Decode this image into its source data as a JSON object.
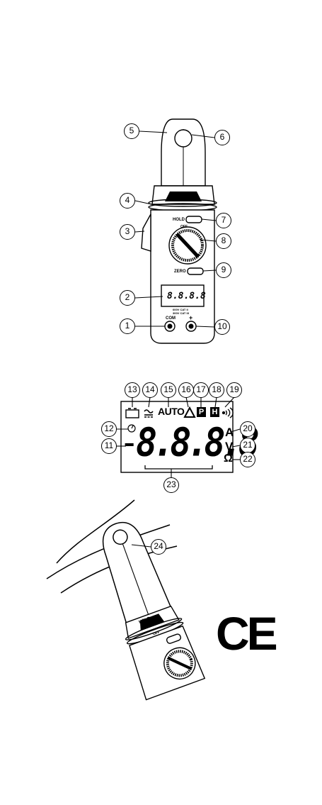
{
  "meter": {
    "hold_label": "HOLD",
    "off_label": "OFF",
    "zero_label": "ZERO",
    "com_label": "COM",
    "plus_label": "+",
    "cat_line1": "600V CAT II",
    "cat_line2": "300V CAT III",
    "display_digits": "8.8.8.8",
    "callouts": [
      "1",
      "2",
      "3",
      "4",
      "5",
      "6",
      "7",
      "8",
      "9",
      "10"
    ]
  },
  "lcd": {
    "auto_label": "AUTO",
    "p_label": "P",
    "h_label": "H",
    "digits": "8.8.8.8",
    "unit_a": "A",
    "unit_v": "V",
    "unit_ohm": "Ω",
    "minus": "-",
    "callouts": [
      "11",
      "12",
      "13",
      "14",
      "15",
      "16",
      "17",
      "18",
      "19",
      "20",
      "21",
      "22",
      "23"
    ]
  },
  "usage": {
    "hold_label": "HOLD",
    "off_label": "OFF",
    "callout": "24"
  },
  "ce_mark": "CE",
  "icons": [
    "battery-icon",
    "ac-dc-icon",
    "delta-icon",
    "beep-icon",
    "timer-icon",
    "ground-icon",
    "warning-icon"
  ]
}
